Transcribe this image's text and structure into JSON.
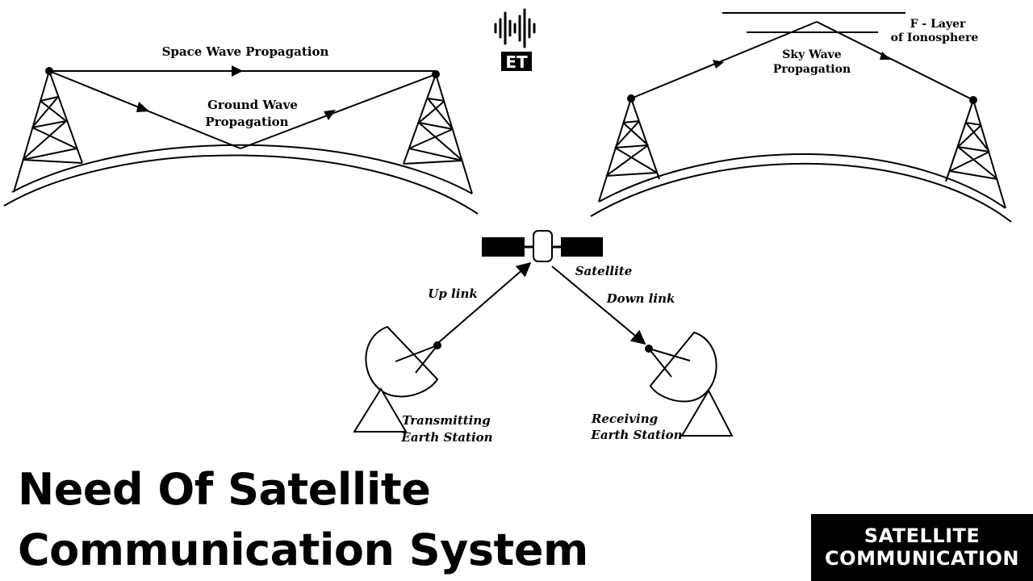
{
  "logo": {
    "text": "ET",
    "icon": "soundwave-icon"
  },
  "ground_panel": {
    "space_wave_label": "Space Wave Propagation",
    "ground_wave_label_1": "Ground Wave",
    "ground_wave_label_2": "Propagation"
  },
  "sky_panel": {
    "layer_label_1": "F - Layer",
    "layer_label_2": "of Ionosphere",
    "sky_wave_label_1": "Sky Wave",
    "sky_wave_label_2": "Propagation"
  },
  "satellite_panel": {
    "satellite_label": "Satellite",
    "uplink_label": "Up link",
    "downlink_label": "Down link",
    "tx_label_1": "Transmitting",
    "tx_label_2": "Earth Station",
    "rx_label_1": "Receiving",
    "rx_label_2": "Earth Station"
  },
  "title": {
    "line1": "Need Of Satellite",
    "line2": "Communication System"
  },
  "badge": {
    "line1": "SATELLITE",
    "line2": "COMMUNICATION"
  }
}
